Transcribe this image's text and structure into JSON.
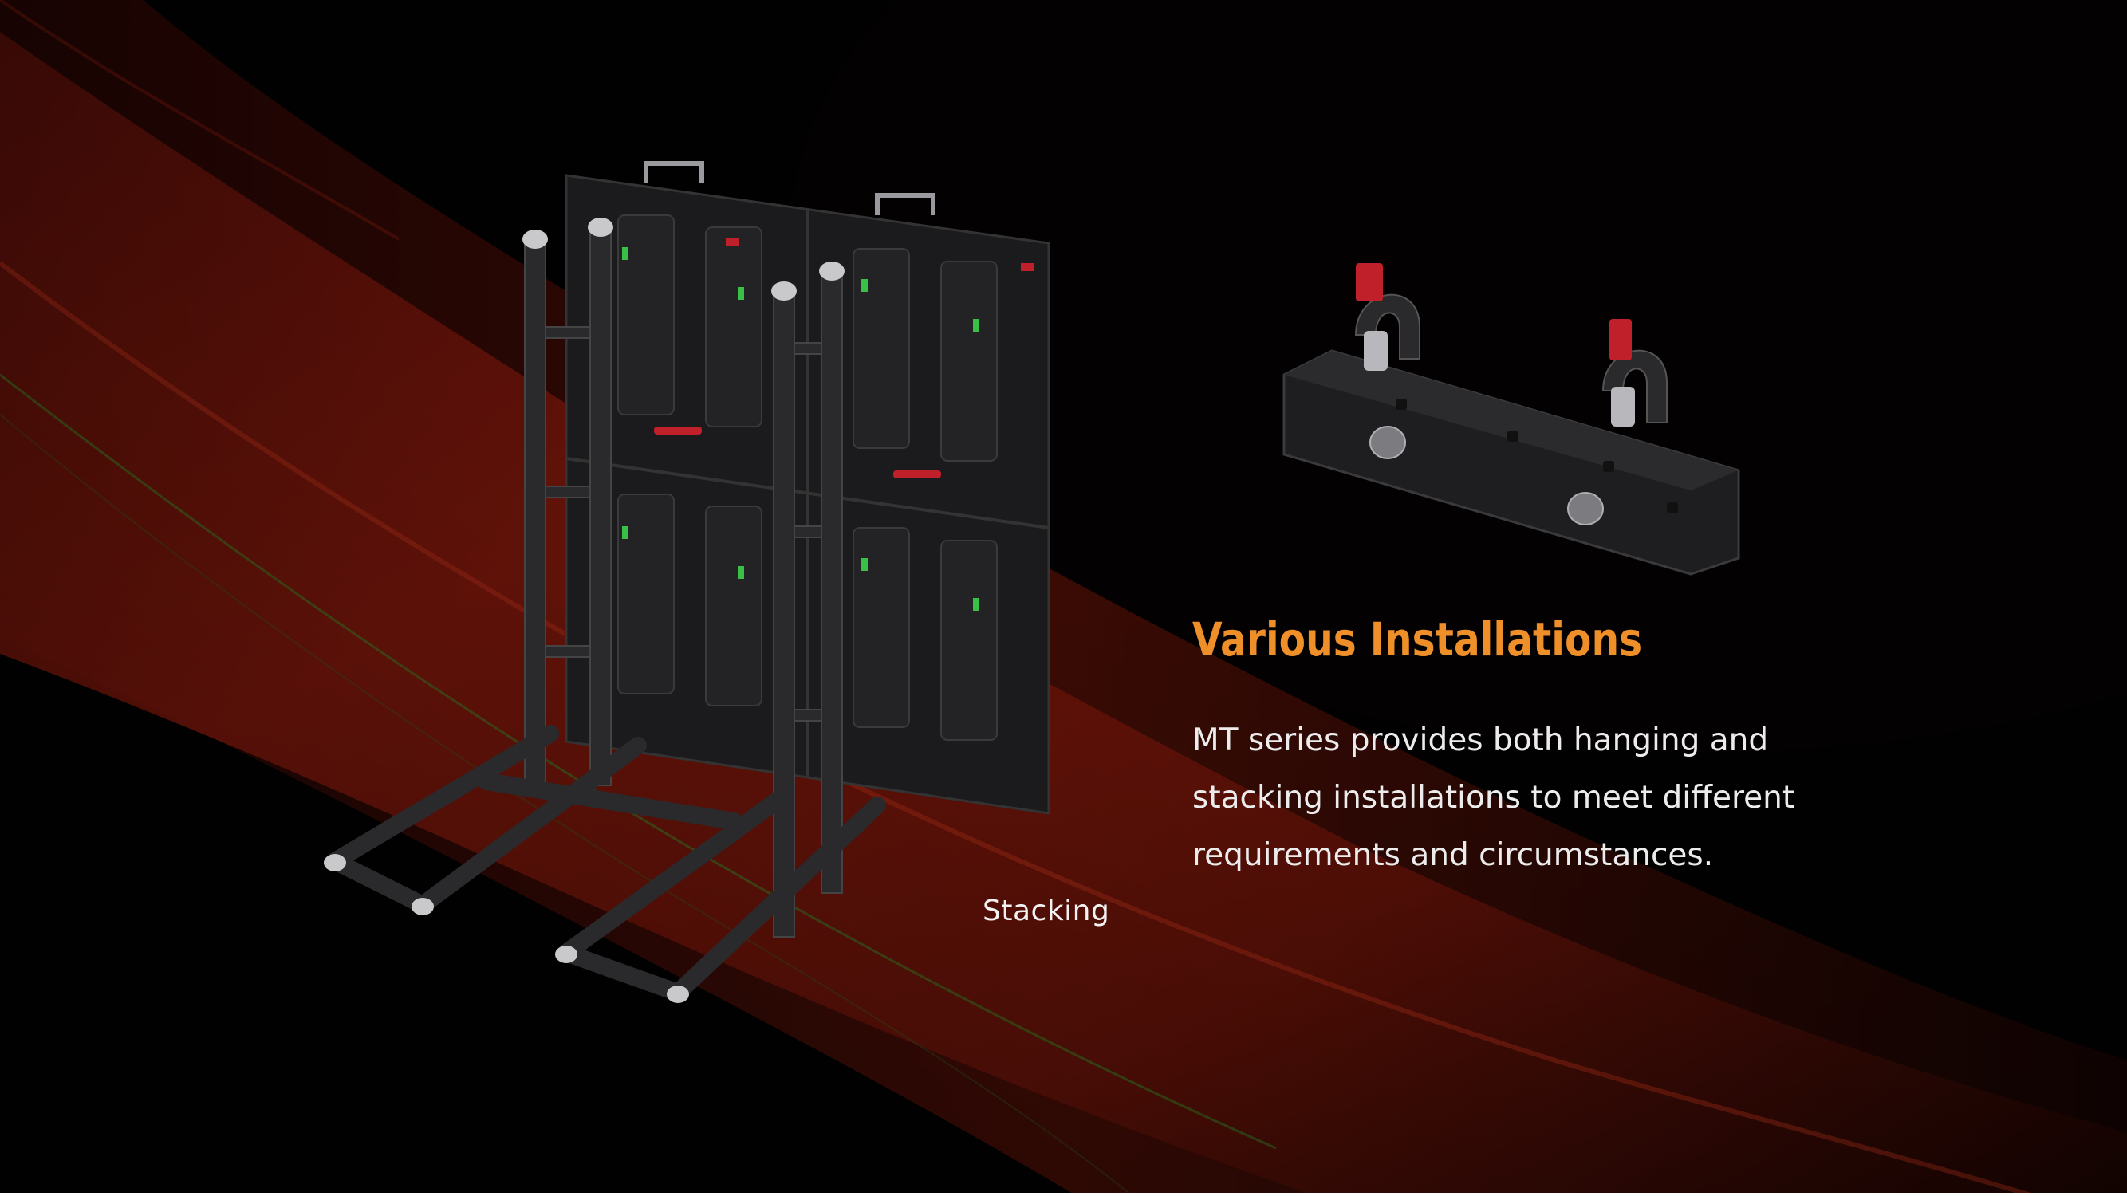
{
  "slide": {
    "title": "Various Installations",
    "description": "MT series provides both hanging and stacking installations to meet different requirements and circumstances.",
    "stacking_caption": "Stacking"
  },
  "colors": {
    "background": "#030101",
    "accent_title": "#ef8f29",
    "body_text": "#ececec",
    "sweep_red": "#8a1a0c",
    "sweep_green": "#3a8a2a",
    "cabinet_dark": "#1b1b1d",
    "latch_red": "#c0202a"
  },
  "images": {
    "stacking_render": "stacking-frame-with-led-cabinets",
    "hanging_render": "hanging-bar-with-clamps"
  }
}
